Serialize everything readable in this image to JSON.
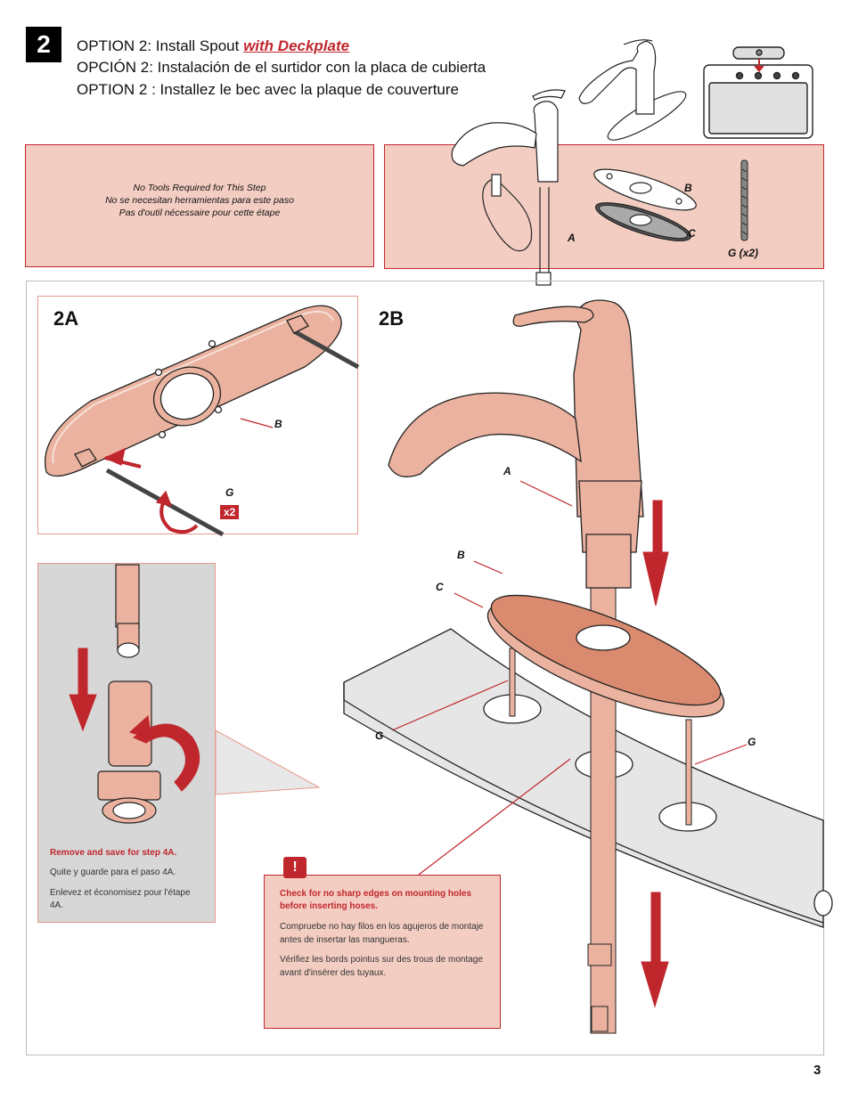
{
  "header": {
    "step": "2",
    "title_en_prefix": "OPTION 2:  Install Spout ",
    "title_en_highlight": "with Deckplate",
    "title_es": "OPCIÓN 2:  Instalación de el surtidor con la placa de cubierta",
    "title_fr": "OPTION 2 : Installez le bec avec la plaque de couverture"
  },
  "tools_note": {
    "en": "No Tools Required for This Step",
    "es": "No se necesitan herramientas para este paso",
    "fr": "Pas d'outil nécessaire pour cette étape"
  },
  "parts": {
    "a": "A",
    "b": "B",
    "c": "C",
    "g": "G (x2)"
  },
  "sub_2a": {
    "title": "2A",
    "label_b": "B",
    "label_g": "G",
    "badge": "x2"
  },
  "sub_2b": {
    "title": "2B",
    "label_a": "A",
    "label_b": "B",
    "label_c": "C",
    "label_g1": "G",
    "label_g2": "G"
  },
  "grey_note": {
    "en": "Remove and save for step 4A.",
    "es": "Quite y guarde para el paso 4A.",
    "fr": "Enlevez et économisez pour l'étape 4A."
  },
  "warning": {
    "icon": "!",
    "en": "Check for no sharp edges on mounting holes before inserting hoses.",
    "es": "Compruebe no hay filos en los agujeros de montaje antes de insertar las mangueras.",
    "fr": "Vérifiez les bords pointus sur des trous de montage avant d'insérer des tuyaux."
  },
  "page_number": "3",
  "colors": {
    "accent": "#c0272d",
    "fill": "#f3cdc2",
    "part": "#eab29f"
  }
}
